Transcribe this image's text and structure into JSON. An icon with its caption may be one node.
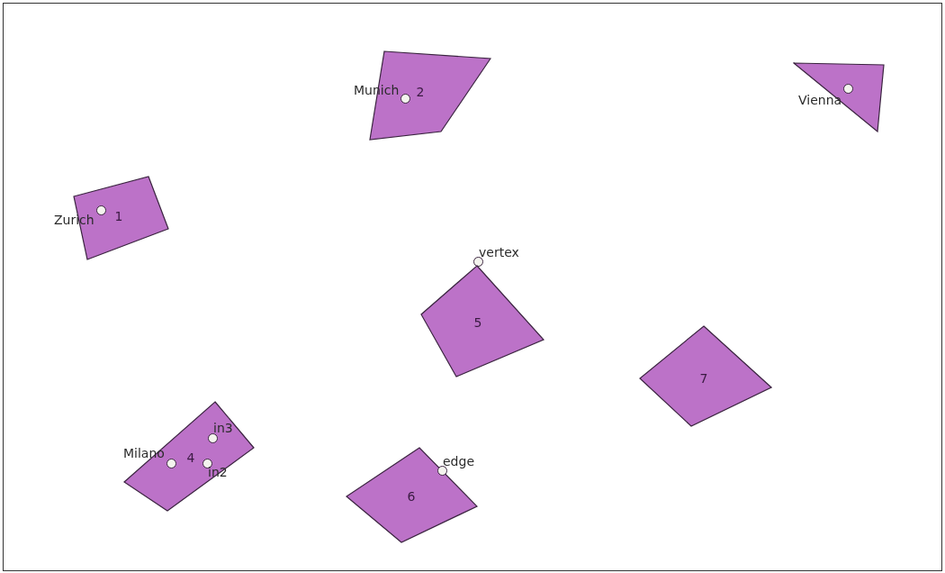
{
  "diagram": {
    "nodes": [
      {
        "text": [
          "2"
        ]
      },
      {
        "text": [],
        "shape": "triangle"
      },
      {
        "text": [],
        "shape": "circle",
        "beside": [
          "Munich"
        ],
        "in": 0
      },
      {
        "text": [],
        "shape": "circle",
        "beside": [
          "Vienna"
        ],
        "in": 1
      },
      {
        "text": [
          "1"
        ]
      },
      {
        "text": [],
        "shape": "circle",
        "beside": [
          "Zurich"
        ],
        "in": 4
      },
      {
        "text": [],
        "shape": "circle",
        "beside": [
          "vertex"
        ]
      },
      {
        "text": [
          "5"
        ]
      },
      {
        "text": [
          "7"
        ]
      },
      {
        "text": [
          "4"
        ]
      },
      {
        "text": [],
        "shape": "circle",
        "beside": [
          "in3"
        ],
        "in": 9
      },
      {
        "text": [],
        "shape": "circle",
        "beside": [
          "Milano"
        ],
        "in": 9
      },
      {
        "text": [],
        "shape": "circle",
        "beside": [
          "in2"
        ],
        "in": 9
      },
      {
        "text": [
          "6"
        ]
      },
      {
        "text": [],
        "shape": "circle",
        "beside": [
          "edge"
        ]
      }
    ]
  }
}
